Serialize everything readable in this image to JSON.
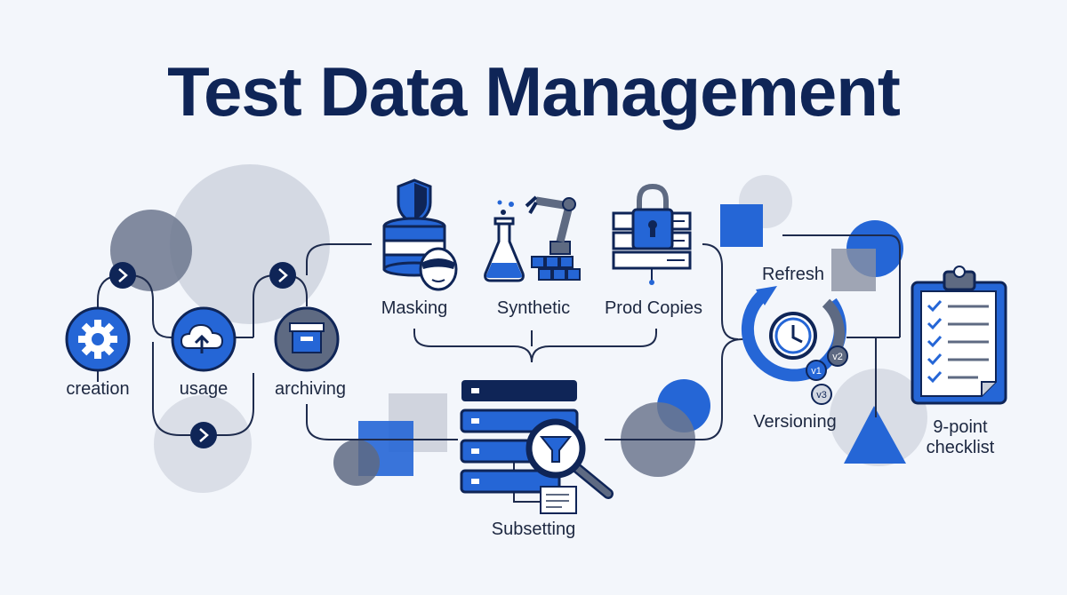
{
  "title": "Test Data Management",
  "lifecycle": {
    "creation": "creation",
    "usage": "usage",
    "archiving": "archiving"
  },
  "sources": {
    "masking": "Masking",
    "synthetic": "Synthetic",
    "prod_copies": "Prod Copies"
  },
  "subsetting": "Subsetting",
  "refresh": "Refresh",
  "versioning": "Versioning",
  "versions": [
    "v1",
    "v2",
    "v3"
  ],
  "checklist": [
    "9-point",
    "checklist"
  ],
  "icons": {
    "creation": "gear-icon",
    "usage": "cloud-upload-icon",
    "archiving": "archive-box-icon",
    "masking": "masked-database-icon",
    "synthetic": "flask-robot-arm-icon",
    "prod_copies": "locked-server-icon",
    "subsetting": "database-filter-icon",
    "refresh": "clock-refresh-icon",
    "checklist": "clipboard-checklist-icon"
  },
  "colors": {
    "navy": "#0f2557",
    "blue": "#2566d6",
    "slate": "#5e6a82",
    "background": "#f3f6fb"
  }
}
